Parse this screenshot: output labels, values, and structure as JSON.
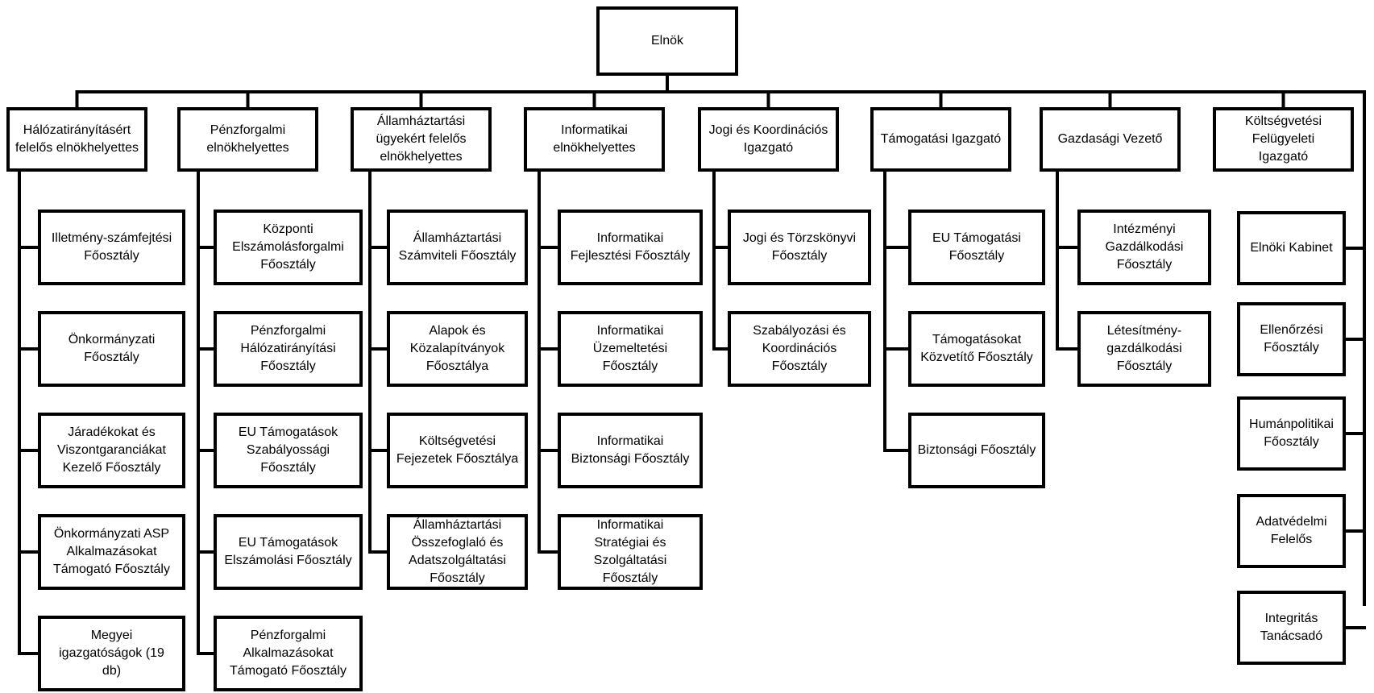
{
  "diagram": {
    "root": {
      "label": "Elnök"
    },
    "columns": [
      {
        "head": "Hálózatirányításért\nfelelős elnökhelyettes",
        "children": [
          "Illetmény-számfejtési\nFőosztály",
          "Önkormányzati\nFőosztály",
          "Járadékokat és\nViszontgaranciákat\nKezelő Főosztály",
          "Önkormányzati ASP\nAlkalmazásokat\nTámogató Főosztály",
          "Megyei\nigazgatóságok  (19\ndb)"
        ]
      },
      {
        "head": "Pénzforgalmi\nelnökhelyettes",
        "children": [
          "Központi\nElszámolásforgalmi\nFőosztály",
          "Pénzforgalmi\nHálózatirányítási\nFőosztály",
          "EU Támogatások\nSzabályossági\nFőosztály",
          "EU Támogatások\nElszámolási Főosztály",
          "Pénzforgalmi\nAlkalmazásokat\nTámogató Főosztály"
        ]
      },
      {
        "head": "Államháztartási\nügyekért felelős\nelnökhelyettes",
        "children": [
          "Államháztartási\nSzámviteli Főosztály",
          "Alapok és\nKözalapítványok\nFőosztálya",
          "Költségvetési\nFejezetek Főosztálya",
          "Államháztartási\nÖsszefoglaló és\nAdatszolgáltatási\nFőosztály"
        ]
      },
      {
        "head": "Informatikai\nelnökhelyettes",
        "children": [
          "Informatikai\nFejlesztési Főosztály",
          "Informatikai\nÜzemeltetési\nFőosztály",
          "Informatikai\nBiztonsági Főosztály",
          "Informatikai\nStratégiai és\nSzolgáltatási\nFőosztály"
        ]
      },
      {
        "head": "Jogi és Koordinációs\nIgazgató",
        "children": [
          "Jogi és Törzskönyvi\nFőosztály",
          "Szabályozási és\nKoordinációs\nFőosztály"
        ]
      },
      {
        "head": "Támogatási Igazgató",
        "children": [
          "EU Támogatási\nFőosztály",
          "Támogatásokat\nKözvetítő Főosztály",
          "Biztonsági Főosztály"
        ]
      },
      {
        "head": "Gazdasági Vezető",
        "children": [
          "Intézményi\nGazdálkodási\nFőosztály",
          "Létesítmény-\ngazdálkodási\nFőosztály"
        ]
      },
      {
        "head": "Költségvetési\nFelügyeleti\nIgazgató",
        "children": []
      }
    ],
    "staff_units": [
      "Elnöki Kabinet",
      "Ellenőrzési\nFőosztály",
      "Humánpolitikai\nFőosztály",
      "Adatvédelmi\nFelelős",
      "Integritás\nTanácsadó"
    ]
  }
}
